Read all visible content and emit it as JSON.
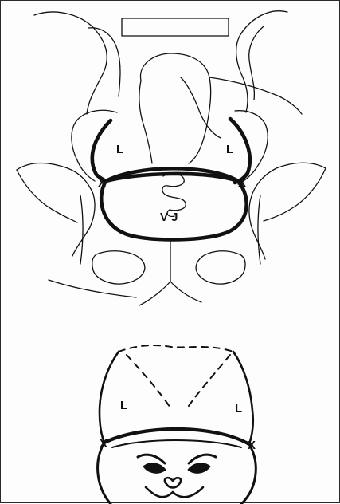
{
  "upper_diagram": {
    "labels": {
      "left_lobe": "L",
      "right_lobe": "L",
      "left_cross": "X",
      "right_cross": "X",
      "center": "V J"
    }
  },
  "lower_diagram": {
    "labels": {
      "left_lobe": "L",
      "right_lobe": "L",
      "left_cross": "X",
      "right_cross": "X"
    }
  },
  "colors": {
    "ink": "#111111",
    "background": "#ffffff"
  }
}
